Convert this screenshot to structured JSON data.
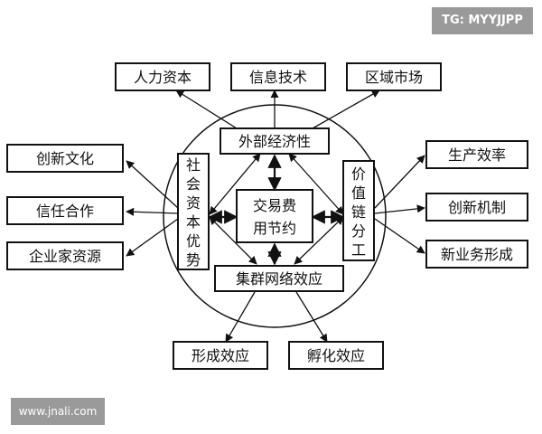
{
  "watermarks": {
    "top_right": "TG: MYYJJPP",
    "bottom_left": "www.jnali.com"
  },
  "nodes": {
    "human_capital": "人力资本",
    "info_tech": "信息技术",
    "regional_market": "区域市场",
    "innovation_culture": "创新文化",
    "trust_cooperation": "信任合作",
    "entrepreneur_resources": "企业家资源",
    "production_efficiency": "生产效率",
    "innovation_mechanism": "创新机制",
    "new_business_formation": "新业务形成",
    "external_economy": "外部经济性",
    "social_capital": "社会资本优势",
    "transaction_cost_line1": "交易费",
    "transaction_cost_line2": "用节约",
    "value_chain": "价值链分工",
    "network_effect": "集群网络效应",
    "formation_effect": "形成效应",
    "incubation_effect": "孵化效应"
  }
}
